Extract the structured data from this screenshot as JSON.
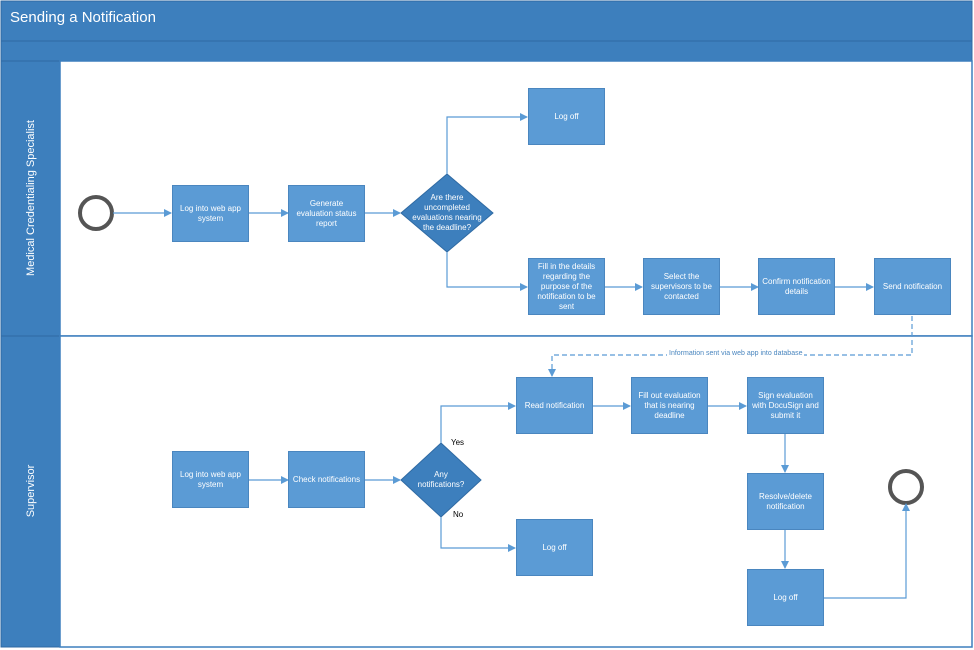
{
  "title": "Sending a Notification",
  "colors": {
    "header": "#3d7fbd",
    "lane_label_bg": "#3d7fbd",
    "box": "#5b9bd5",
    "line": "#5b9bd5"
  },
  "lanes": [
    {
      "label": "Medical Credentialing Specialist"
    },
    {
      "label": "Supervisor"
    }
  ],
  "specialist": {
    "login": "Log into web app system",
    "generate": "Generate evaluation status report",
    "decision": "Are there uncompleted evaluations nearing the deadline?",
    "logoff": "Log off",
    "fill_details": "Fill in the details regarding the purpose of the notification to be sent",
    "select_supervisors": "Select the supervisors to be contacted",
    "confirm": "Confirm notification details",
    "send": "Send notification"
  },
  "connector_label": "Information sent via web app into database",
  "supervisor": {
    "login": "Log into web app system",
    "check": "Check notifications",
    "decision": "Any notifications?",
    "yes_label": "Yes",
    "no_label": "No",
    "read": "Read notification",
    "fill_eval": "Fill out evaluation that is nearing deadline",
    "sign": "Sign evaluation with DocuSign and submit it",
    "resolve": "Resolve/delete notification",
    "logoff_no": "Log off",
    "logoff_end": "Log off"
  }
}
